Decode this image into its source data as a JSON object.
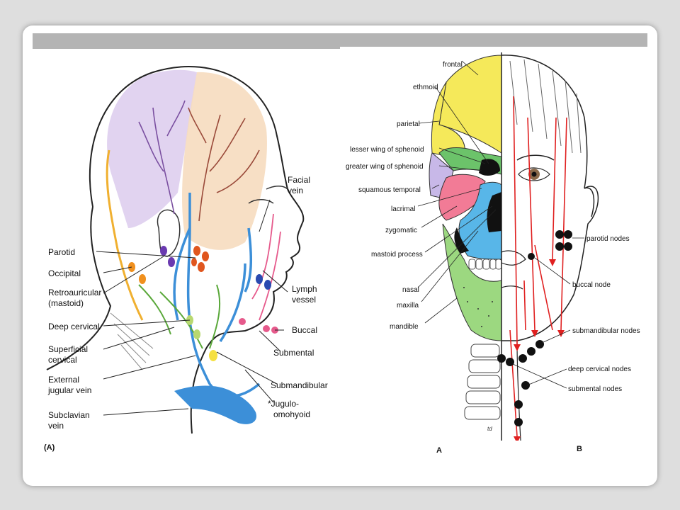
{
  "figure_a": {
    "labels": {
      "facial_vein": [
        "Facial",
        "vein"
      ],
      "parotid": "Parotid",
      "occipital": "Occipital",
      "retroauricular": [
        "Retroauricular",
        "(mastoid)"
      ],
      "deep_cervical": "Deep cervical",
      "superficial_cervical": [
        "Superficial",
        "cervical"
      ],
      "external_jugular": [
        "External",
        "jugular vein"
      ],
      "subclavian": [
        "Subclavian",
        "vein"
      ],
      "lymph_vessel": [
        "Lymph",
        "vessel"
      ],
      "buccal": "Buccal",
      "submental": "Submental",
      "submandibular": "Submandibular",
      "jugulo_omohyoid": [
        "*Jugulo-",
        "omohyoid"
      ]
    },
    "caption": "(A)"
  },
  "figure_b": {
    "skull_labels": {
      "frontal": "frontal",
      "ethmoid": "ethmoid",
      "parietal": "parietal",
      "lesser_wing": "lesser wing of sphenoid",
      "greater_wing": "greater wing of sphenoid",
      "squamous_temporal": "squamous temporal",
      "lacrimal": "lacrimal",
      "zygomatic": "zygomatic",
      "mastoid_process": "mastoid process",
      "nasal": "nasal",
      "maxilla": "maxilla",
      "mandible": "mandible"
    },
    "node_labels": {
      "parotid_nodes": "parotid nodes",
      "buccal_node": "buccal node",
      "submandibular_nodes": "submandibular nodes",
      "deep_cervical_nodes": "deep cervical nodes",
      "submental_nodes": "submental nodes"
    },
    "signature": "td",
    "caption_a": "A",
    "caption_b": "B"
  },
  "colors": {
    "vein": "#3c8fd8",
    "lymph": "#e65a8c",
    "node_orange": "#e0561e",
    "frontal": "#f5e95a",
    "parietal": "#f5e95a",
    "sphenoid": "#6cc36a",
    "temporal": "#c8b8e8",
    "zygomatic": "#f27b96",
    "maxilla": "#58b6e8",
    "mandible": "#9cd880",
    "arrow": "#e02020"
  }
}
